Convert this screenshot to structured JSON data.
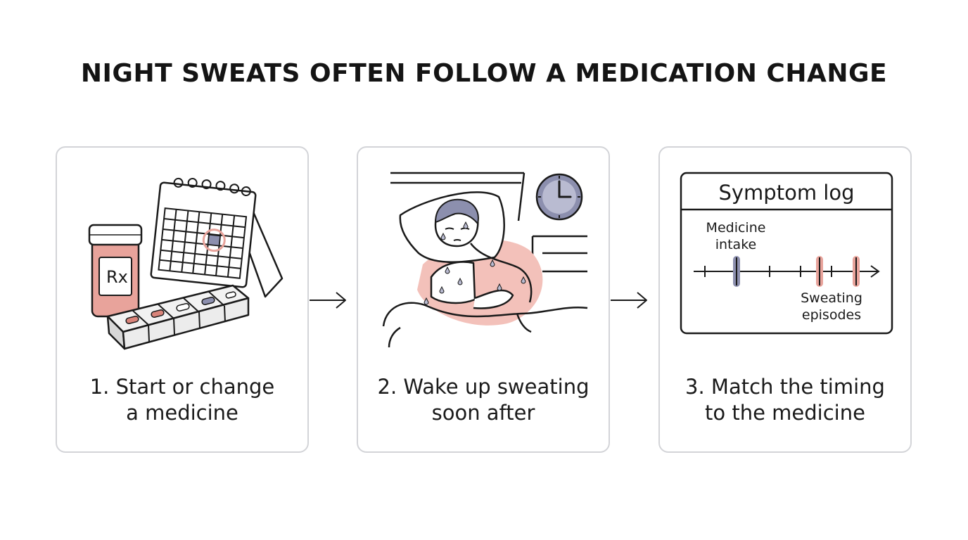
{
  "title": "NIGHT SWEATS OFTEN FOLLOW A MEDICATION CHANGE",
  "colors": {
    "accent_red": "#e8a39b",
    "pill_red": "#d9847a",
    "marker_blue": "#8c8fae",
    "card_border": "#d3d4d8",
    "ink": "#1a1a1a"
  },
  "steps": [
    {
      "caption_line1": "1. Start or change",
      "caption_line2": "a medicine",
      "rx_label": "Rx",
      "icons": [
        "pill-bottle-icon",
        "calendar-icon",
        "pill-organizer-icon"
      ]
    },
    {
      "caption_line1": "2. Wake up sweating",
      "caption_line2": "soon after",
      "icons": [
        "sleeping-person-icon",
        "clock-icon"
      ]
    },
    {
      "caption_line1": "3. Match the timing",
      "caption_line2": "to the medicine",
      "log": {
        "title": "Symptom log",
        "medicine_label_line1": "Medicine",
        "medicine_label_line2": "intake",
        "sweat_label_line1": "Sweating",
        "sweat_label_line2": "episodes"
      },
      "icons": [
        "symptom-log-icon",
        "timeline-icon"
      ]
    }
  ],
  "arrows": [
    "arrow-right-icon",
    "arrow-right-icon"
  ]
}
